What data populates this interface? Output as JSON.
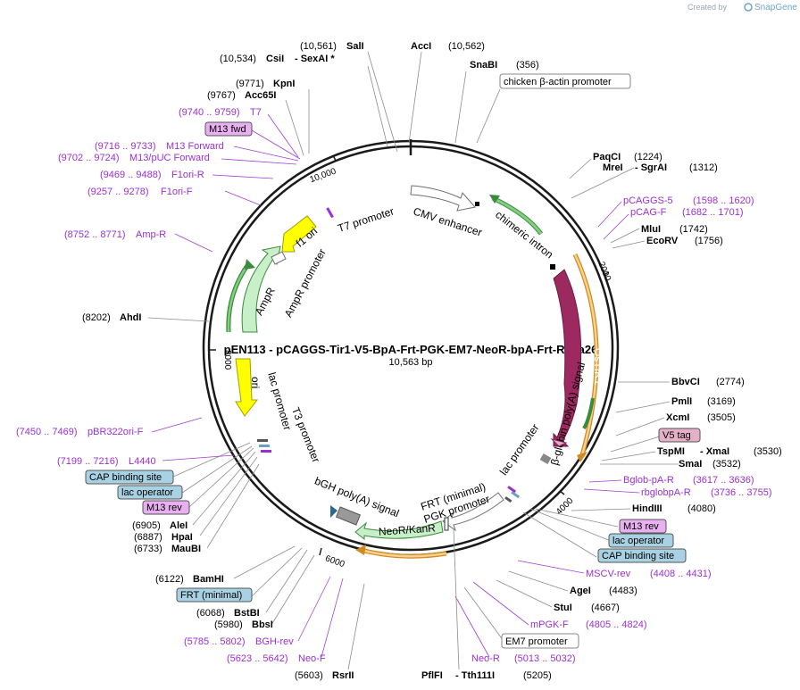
{
  "header": {
    "credit": "Created by",
    "brand": "SnapGene"
  },
  "plasmid": {
    "name": "pEN113 - pCAGGS-Tir1-V5-BpA-Frt-PGK-EM7-NeoR-bpA-Frt-Rosa26",
    "size": "10,563 bp"
  },
  "ticks": [
    "2000",
    "4000",
    "6000",
    "8000",
    "10,000"
  ],
  "enzymes": {
    "sali": {
      "pos": "(10,561)",
      "name": "SalI"
    },
    "acci": {
      "name": "AccI",
      "pos": "(10,562)"
    },
    "csii": {
      "pos": "(10,534)",
      "name": "CsiI",
      "extra": "- SexAI *"
    },
    "snabi": {
      "name": "SnaBI",
      "pos": "(356)"
    },
    "kpni": {
      "pos": "(9771)",
      "name": "KpnI"
    },
    "acc65i": {
      "pos": "(9767)",
      "name": "Acc65I"
    },
    "paqci": {
      "name": "PaqCI",
      "pos": "(1224)"
    },
    "mrei": {
      "name": "MreI",
      "extra": "- SgrAI",
      "pos": "(1312)"
    },
    "mlui": {
      "name": "MluI",
      "pos": "(1742)"
    },
    "ecorv": {
      "name": "EcoRV",
      "pos": "(1756)"
    },
    "ahdi": {
      "pos": "(8202)",
      "name": "AhdI"
    },
    "bbvci": {
      "name": "BbvCI",
      "pos": "(2774)"
    },
    "pmli": {
      "name": "PmlI",
      "pos": "(3169)"
    },
    "xcmi": {
      "name": "XcmI",
      "pos": "(3505)"
    },
    "tspmi": {
      "name": "TspMI",
      "extra": "- XmaI",
      "pos": "(3530)"
    },
    "smai": {
      "name": "SmaI",
      "pos": "(3532)"
    },
    "hindiii": {
      "name": "HindIII",
      "pos": "(4080)"
    },
    "alei": {
      "pos": "(6905)",
      "name": "AleI"
    },
    "hpai": {
      "pos": "(6887)",
      "name": "HpaI"
    },
    "maubi": {
      "pos": "(6733)",
      "name": "MauBI"
    },
    "bamhi": {
      "pos": "(6122)",
      "name": "BamHI"
    },
    "bstbi": {
      "pos": "(6068)",
      "name": "BstBI"
    },
    "bbsi": {
      "pos": "(5980)",
      "name": "BbsI"
    },
    "agei": {
      "name": "AgeI",
      "pos": "(4483)"
    },
    "stui": {
      "name": "StuI",
      "pos": "(4667)"
    },
    "rsrii": {
      "pos": "(5603)",
      "name": "RsrII"
    },
    "pflfi": {
      "name": "PflFI",
      "extra": "- Tth111I",
      "pos": "(5205)"
    }
  },
  "primers": {
    "t7": {
      "range": "(9740 .. 9759)",
      "name": "T7"
    },
    "m13fwd": {
      "range": "(9716 .. 9733)",
      "name": "M13 Forward"
    },
    "m13puc": {
      "range": "(9702 .. 9724)",
      "name": "M13/pUC Forward"
    },
    "f1oriR": {
      "range": "(9469 .. 9488)",
      "name": "F1ori-R"
    },
    "f1oriF": {
      "range": "(9257 .. 9278)",
      "name": "F1ori-F"
    },
    "ampR": {
      "range": "(8752 .. 8771)",
      "name": "Amp-R"
    },
    "pcaggs5": {
      "name": "pCAGGS-5",
      "range": "(1598 .. 1620)"
    },
    "pcagF": {
      "name": "pCAG-F",
      "range": "(1682 .. 1701)"
    },
    "pbr322": {
      "range": "(7450 .. 7469)",
      "name": "pBR322ori-F"
    },
    "l4440": {
      "range": "(7199 .. 7216)",
      "name": "L4440"
    },
    "bglobR": {
      "name": "Bglob-pA-R",
      "range": "(3617 .. 3636)"
    },
    "rbglobR": {
      "name": "rbglobpA-R",
      "range": "(3736 .. 3755)"
    },
    "msciv": {
      "name": "MSCV-rev",
      "range": "(4408 .. 4431)"
    },
    "mpgkF": {
      "name": "mPGK-F",
      "range": "(4805 .. 4824)"
    },
    "bghrev": {
      "range": "(5785 .. 5802)",
      "name": "BGH-rev"
    },
    "neoF": {
      "range": "(5623 .. 5642)",
      "name": "Neo-F"
    },
    "neoR": {
      "name": "Neo-R",
      "range": "(5013 .. 5032)"
    }
  },
  "boxes": {
    "chicken": "chicken β-actin promoter",
    "m13fwd": "M13 fwd",
    "v5tag": "V5 tag",
    "m13rev_r": "M13 rev",
    "lacop_r": "lac operator",
    "cap_r": "CAP binding site",
    "cap_l": "CAP binding site",
    "lacop_l": "lac operator",
    "m13rev_l": "M13 rev",
    "frt_min": "FRT (minimal)",
    "em7": "EM7 promoter"
  },
  "features": {
    "cmv": "CMV enhancer",
    "chimeric": "chimeric intron",
    "t7": "T7 promoter",
    "f1ori": "f1 ori",
    "ampr_prom": "AmpR promoter",
    "ampr": "AmpR",
    "ori": "ori",
    "lacprom_l": "lac promoter",
    "t3": "T3 promoter",
    "ositir1": "OsTIR1",
    "bglobin": "β-globin poly(A) signal",
    "lacprom_r": "lac promoter",
    "frt": "FRT (minimal)",
    "pgk": "PGK promoter",
    "bgh": "bGH poly(A) signal",
    "neokan": "NeoR/KanR"
  },
  "colors": {
    "backbone": "#1a1a1a",
    "enzyme_text": "#000000",
    "primer_text": "#9b30d0",
    "promoter_fill": "#ffffff",
    "cds_purple": "#9c2a60",
    "orf_orange": "#f0a040",
    "green_arrow": "#60c060",
    "ampr_fill": "#c8f0c8",
    "yellow": "#ffff00",
    "neokan_fill": "#c8f0c8",
    "box_blue": "#a8d2e4",
    "box_magenta": "#e8b0f0",
    "box_v5": "#e4b0c8"
  }
}
